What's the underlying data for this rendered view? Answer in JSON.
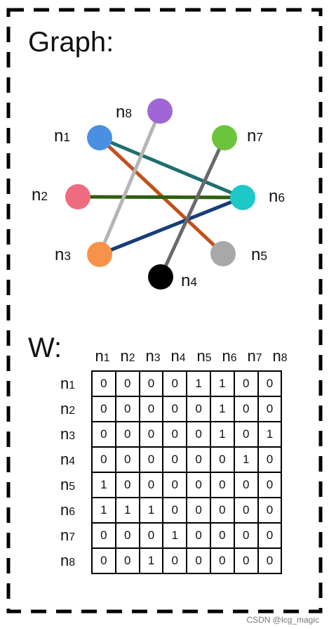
{
  "title": "Graph:",
  "matrix_title": "W:",
  "nodes": [
    {
      "id": "n1",
      "color": "#4a90e2"
    },
    {
      "id": "n2",
      "color": "#ee6c7f"
    },
    {
      "id": "n3",
      "color": "#f8924a"
    },
    {
      "id": "n4",
      "color": "#000000"
    },
    {
      "id": "n5",
      "color": "#a8a8a8"
    },
    {
      "id": "n6",
      "color": "#1ec8c8"
    },
    {
      "id": "n7",
      "color": "#6cc43c"
    },
    {
      "id": "n8",
      "color": "#a066d6"
    }
  ],
  "edges": [
    {
      "from": "n1",
      "to": "n6",
      "color": "#1f6f6f"
    },
    {
      "from": "n1",
      "to": "n5",
      "color": "#c3501a"
    },
    {
      "from": "n2",
      "to": "n6",
      "color": "#2f5f0d"
    },
    {
      "from": "n3",
      "to": "n8",
      "color": "#b5b5b5"
    },
    {
      "from": "n3",
      "to": "n6",
      "color": "#173d7a"
    },
    {
      "from": "n4",
      "to": "n7",
      "color": "#6a6a6a"
    }
  ],
  "matrix": {
    "col_labels": [
      "n1",
      "n2",
      "n3",
      "n4",
      "n5",
      "n6",
      "n7",
      "n8"
    ],
    "row_labels": [
      "n1",
      "n2",
      "n3",
      "n4",
      "n5",
      "n6",
      "n7",
      "n8"
    ],
    "rows": [
      [
        "0",
        "0",
        "0",
        "0",
        "1",
        "1",
        "0",
        "0"
      ],
      [
        "0",
        "0",
        "0",
        "0",
        "0",
        "1",
        "0",
        "0"
      ],
      [
        "0",
        "0",
        "0",
        "0",
        "0",
        "1",
        "0",
        "1"
      ],
      [
        "0",
        "0",
        "0",
        "0",
        "0",
        "0",
        "1",
        "0"
      ],
      [
        "1",
        "0",
        "0",
        "0",
        "0",
        "0",
        "0",
        "0"
      ],
      [
        "1",
        "1",
        "1",
        "0",
        "0",
        "0",
        "0",
        "0"
      ],
      [
        "0",
        "0",
        "0",
        "1",
        "0",
        "0",
        "0",
        "0"
      ],
      [
        "0",
        "0",
        "1",
        "0",
        "0",
        "0",
        "0",
        "0"
      ]
    ]
  },
  "watermark": "CSDN @lcg_magic"
}
